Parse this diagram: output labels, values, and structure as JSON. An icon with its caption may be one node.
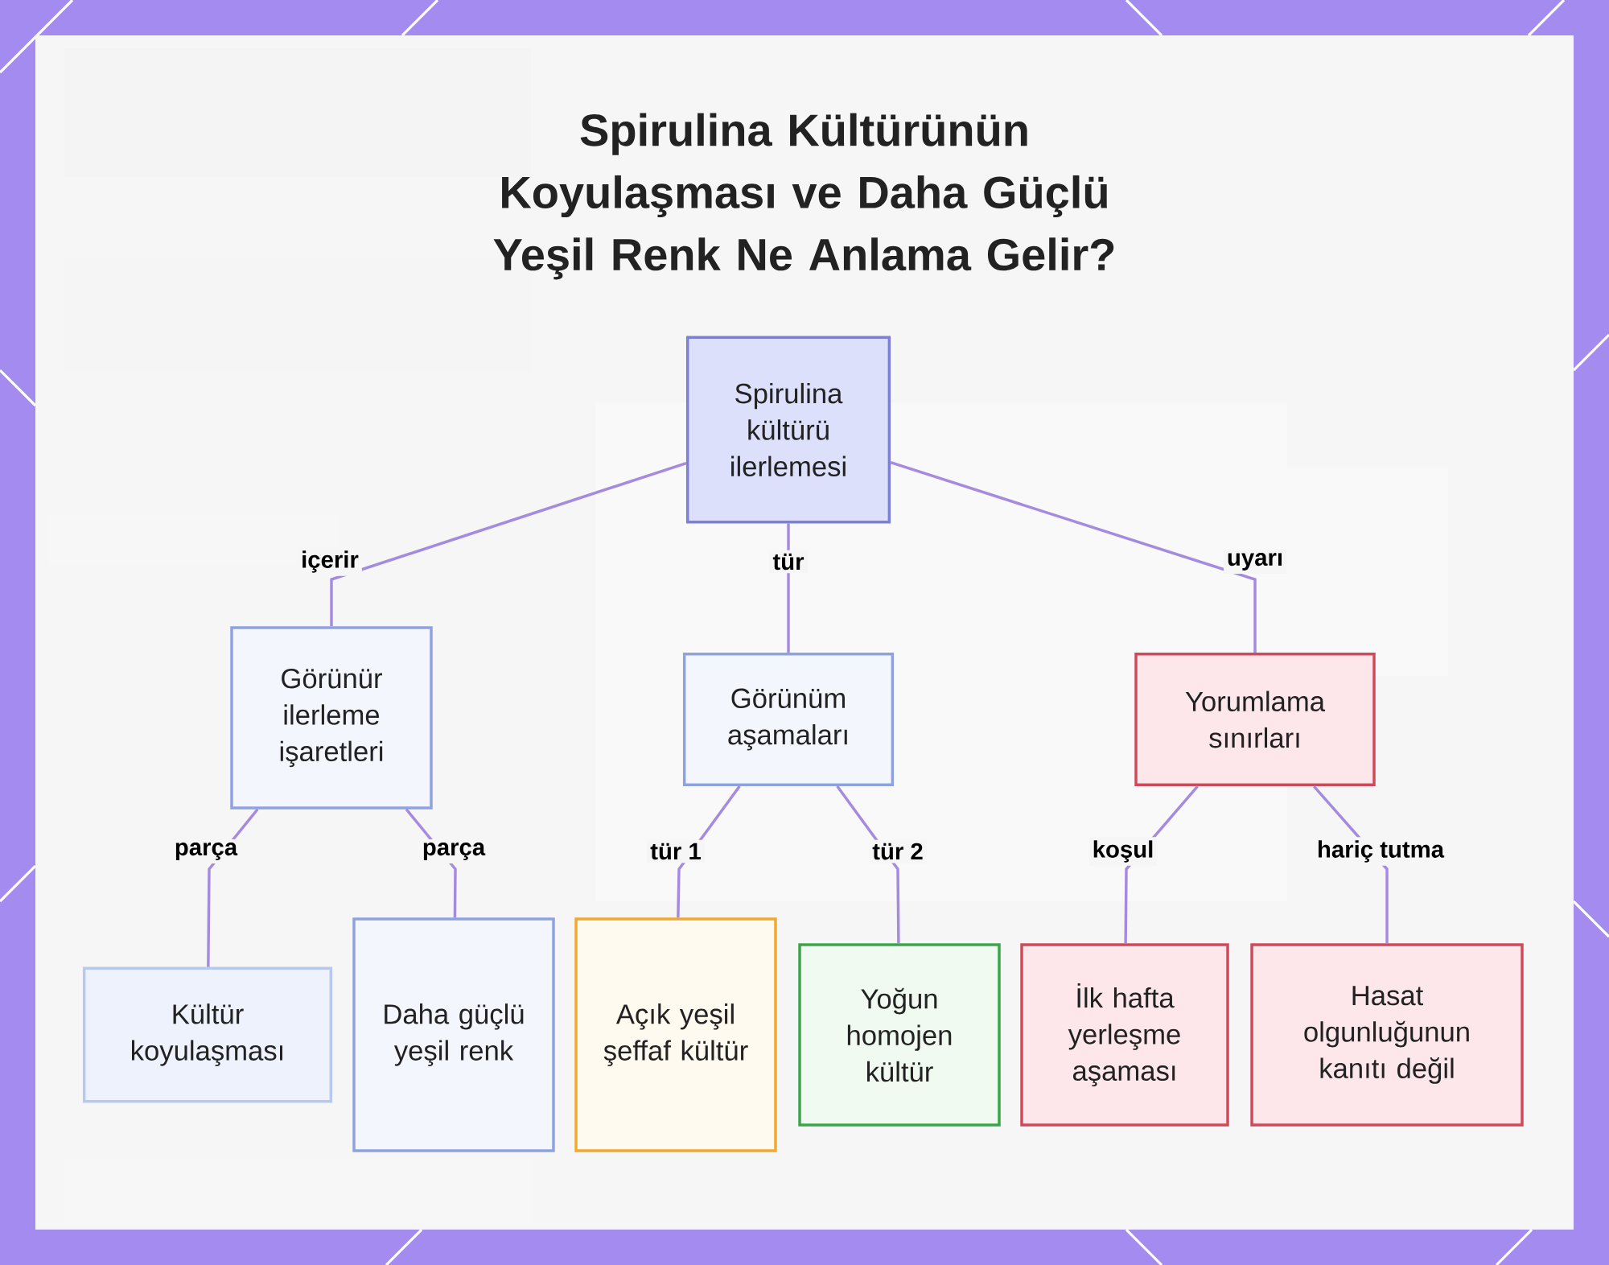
{
  "diagram": {
    "title": "Spirulina Kültürünün Koyulaşması ve Daha Güçlü Yeşil Renk Ne Anlama Gelir?",
    "nodes": [
      {
        "text": [
          "Spirulina kültürü ilerlemesi"
        ]
      },
      {
        "text": [
          "Görünür ilerleme işaretleri"
        ]
      },
      {
        "text": [
          "Görünüm aşamaları"
        ]
      },
      {
        "text": [
          "Yorumlama sınırları"
        ]
      },
      {
        "text": [
          "Kültür koyulaşması"
        ]
      },
      {
        "text": [
          "Daha güçlü yeşil renk"
        ]
      },
      {
        "text": [
          "Açık yeşil şeffaf kültür"
        ]
      },
      {
        "text": [
          "Yoğun homojen kültür"
        ]
      },
      {
        "text": [
          "İlk hafta yerleşme aşaması"
        ]
      },
      {
        "text": [
          "Hasat olgunluğunun kanıtı değil"
        ]
      }
    ],
    "edges": [
      {
        "from": 0,
        "to": 1,
        "arrow": "none",
        "label": "içerir"
      },
      {
        "from": 0,
        "to": 2,
        "arrow": "none",
        "label": "tür"
      },
      {
        "from": 0,
        "to": 3,
        "arrow": "none",
        "label": "uyarı"
      },
      {
        "from": 1,
        "to": 4,
        "arrow": "none",
        "label": "parça"
      },
      {
        "from": 1,
        "to": 5,
        "arrow": "none",
        "label": "parça"
      },
      {
        "from": 2,
        "to": 6,
        "arrow": "none",
        "label": "tür 1"
      },
      {
        "from": 2,
        "to": 7,
        "arrow": "none",
        "label": "tür 2"
      },
      {
        "from": 3,
        "to": 8,
        "arrow": "none",
        "label": "koşul"
      },
      {
        "from": 3,
        "to": 9,
        "arrow": "none",
        "label": "hariç tutma"
      }
    ]
  }
}
